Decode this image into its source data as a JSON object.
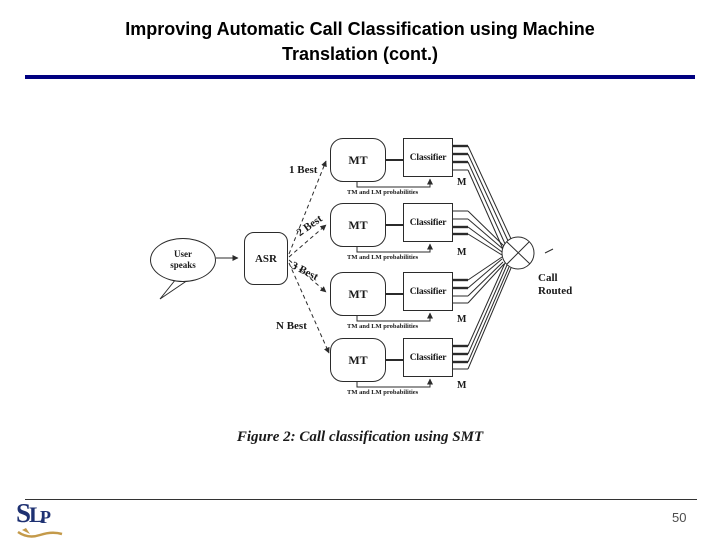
{
  "slide": {
    "title_line1": "Improving Automatic Call Classification using Machine",
    "title_line2": "Translation (cont.)",
    "page_number": "50",
    "logo": {
      "s": "S",
      "l": "L",
      "p": "P"
    }
  },
  "diagram": {
    "user_bubble_line1": "User",
    "user_bubble_line2": "speaks",
    "asr_label": "ASR",
    "rows": [
      {
        "branch": "1 Best",
        "mt": "MT",
        "classifier": "Classifier",
        "tm_lm": "TM and LM probabilities",
        "m": "M"
      },
      {
        "branch": "2 Best",
        "mt": "MT",
        "classifier": "Classifier",
        "tm_lm": "TM and LM probabilities",
        "m": "M"
      },
      {
        "branch": "3 Best",
        "mt": "MT",
        "classifier": "Classifier",
        "tm_lm": "TM and LM probabilities",
        "m": "M"
      },
      {
        "branch": "N Best",
        "mt": "MT",
        "classifier": "Classifier",
        "tm_lm": "TM and LM probabilities",
        "m": "M"
      }
    ],
    "call_routed_line1": "Call",
    "call_routed_line2": "Routed",
    "caption": "Figure 2: Call classification using SMT"
  },
  "colors": {
    "accent": "#000080",
    "diagram_line": "#2b2b2b",
    "logo_navy": "#1e3172",
    "logo_gold": "#c49a4a"
  }
}
